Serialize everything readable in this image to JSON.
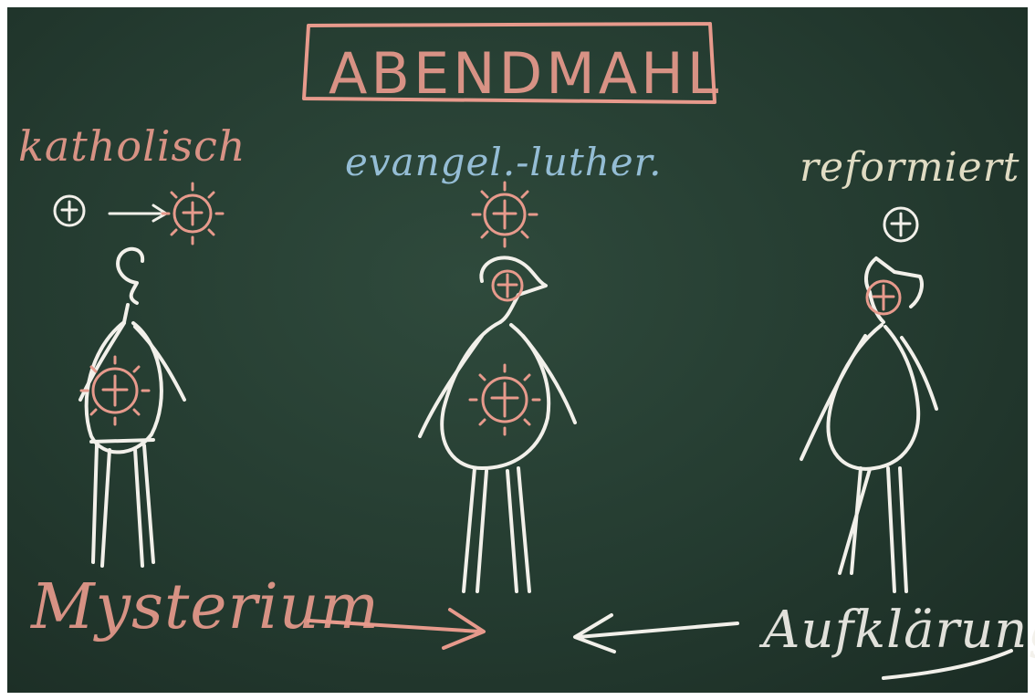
{
  "board": {
    "title": "ABENDMAHL",
    "labels": {
      "katholisch": "katholisch",
      "evangelisch": "evangel.-luther.",
      "reformiert": "reformiert"
    },
    "bottom": {
      "left": "Mysterium",
      "right": "Aufklärung"
    }
  },
  "colors": {
    "board": "#243b30",
    "pink": "#e79a8c",
    "blue": "#9ec8e3",
    "yellow": "#f1ead0",
    "white": "#f2f0ea"
  }
}
